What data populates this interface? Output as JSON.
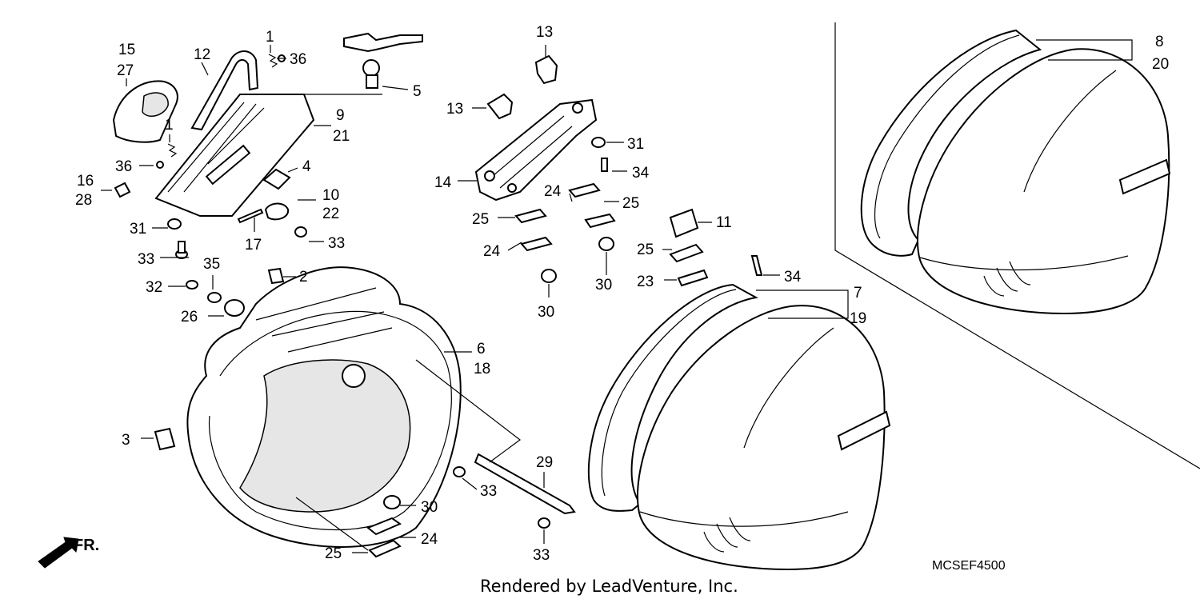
{
  "diagram": {
    "code": "MCSEF4500",
    "credit": "Rendered by LeadVenture, Inc.",
    "direction_marker": "FR."
  },
  "callouts": [
    {
      "id": "c1a",
      "text": "1"
    },
    {
      "id": "c1b",
      "text": "1"
    },
    {
      "id": "c2",
      "text": "2"
    },
    {
      "id": "c3",
      "text": "3"
    },
    {
      "id": "c4",
      "text": "4"
    },
    {
      "id": "c5",
      "text": "5"
    },
    {
      "id": "c6",
      "text": "6"
    },
    {
      "id": "c7",
      "text": "7"
    },
    {
      "id": "c8",
      "text": "8"
    },
    {
      "id": "c9",
      "text": "9"
    },
    {
      "id": "c10",
      "text": "10"
    },
    {
      "id": "c11",
      "text": "11"
    },
    {
      "id": "c12",
      "text": "12"
    },
    {
      "id": "c13a",
      "text": "13"
    },
    {
      "id": "c13b",
      "text": "13"
    },
    {
      "id": "c14",
      "text": "14"
    },
    {
      "id": "c15",
      "text": "15"
    },
    {
      "id": "c16",
      "text": "16"
    },
    {
      "id": "c17",
      "text": "17"
    },
    {
      "id": "c18",
      "text": "18"
    },
    {
      "id": "c19",
      "text": "19"
    },
    {
      "id": "c20",
      "text": "20"
    },
    {
      "id": "c21",
      "text": "21"
    },
    {
      "id": "c22",
      "text": "22"
    },
    {
      "id": "c23",
      "text": "23"
    },
    {
      "id": "c24a",
      "text": "24"
    },
    {
      "id": "c24b",
      "text": "24"
    },
    {
      "id": "c24c",
      "text": "24"
    },
    {
      "id": "c25a",
      "text": "25"
    },
    {
      "id": "c25b",
      "text": "25"
    },
    {
      "id": "c25c",
      "text": "25"
    },
    {
      "id": "c25d",
      "text": "25"
    },
    {
      "id": "c26",
      "text": "26"
    },
    {
      "id": "c27",
      "text": "27"
    },
    {
      "id": "c28",
      "text": "28"
    },
    {
      "id": "c29",
      "text": "29"
    },
    {
      "id": "c30a",
      "text": "30"
    },
    {
      "id": "c30b",
      "text": "30"
    },
    {
      "id": "c30c",
      "text": "30"
    },
    {
      "id": "c31a",
      "text": "31"
    },
    {
      "id": "c31b",
      "text": "31"
    },
    {
      "id": "c32",
      "text": "32"
    },
    {
      "id": "c33a",
      "text": "33"
    },
    {
      "id": "c33b",
      "text": "33"
    },
    {
      "id": "c33c",
      "text": "33"
    },
    {
      "id": "c33d",
      "text": "33"
    },
    {
      "id": "c34a",
      "text": "34"
    },
    {
      "id": "c34b",
      "text": "34"
    },
    {
      "id": "c35",
      "text": "35"
    },
    {
      "id": "c36a",
      "text": "36"
    },
    {
      "id": "c36b",
      "text": "36"
    }
  ]
}
